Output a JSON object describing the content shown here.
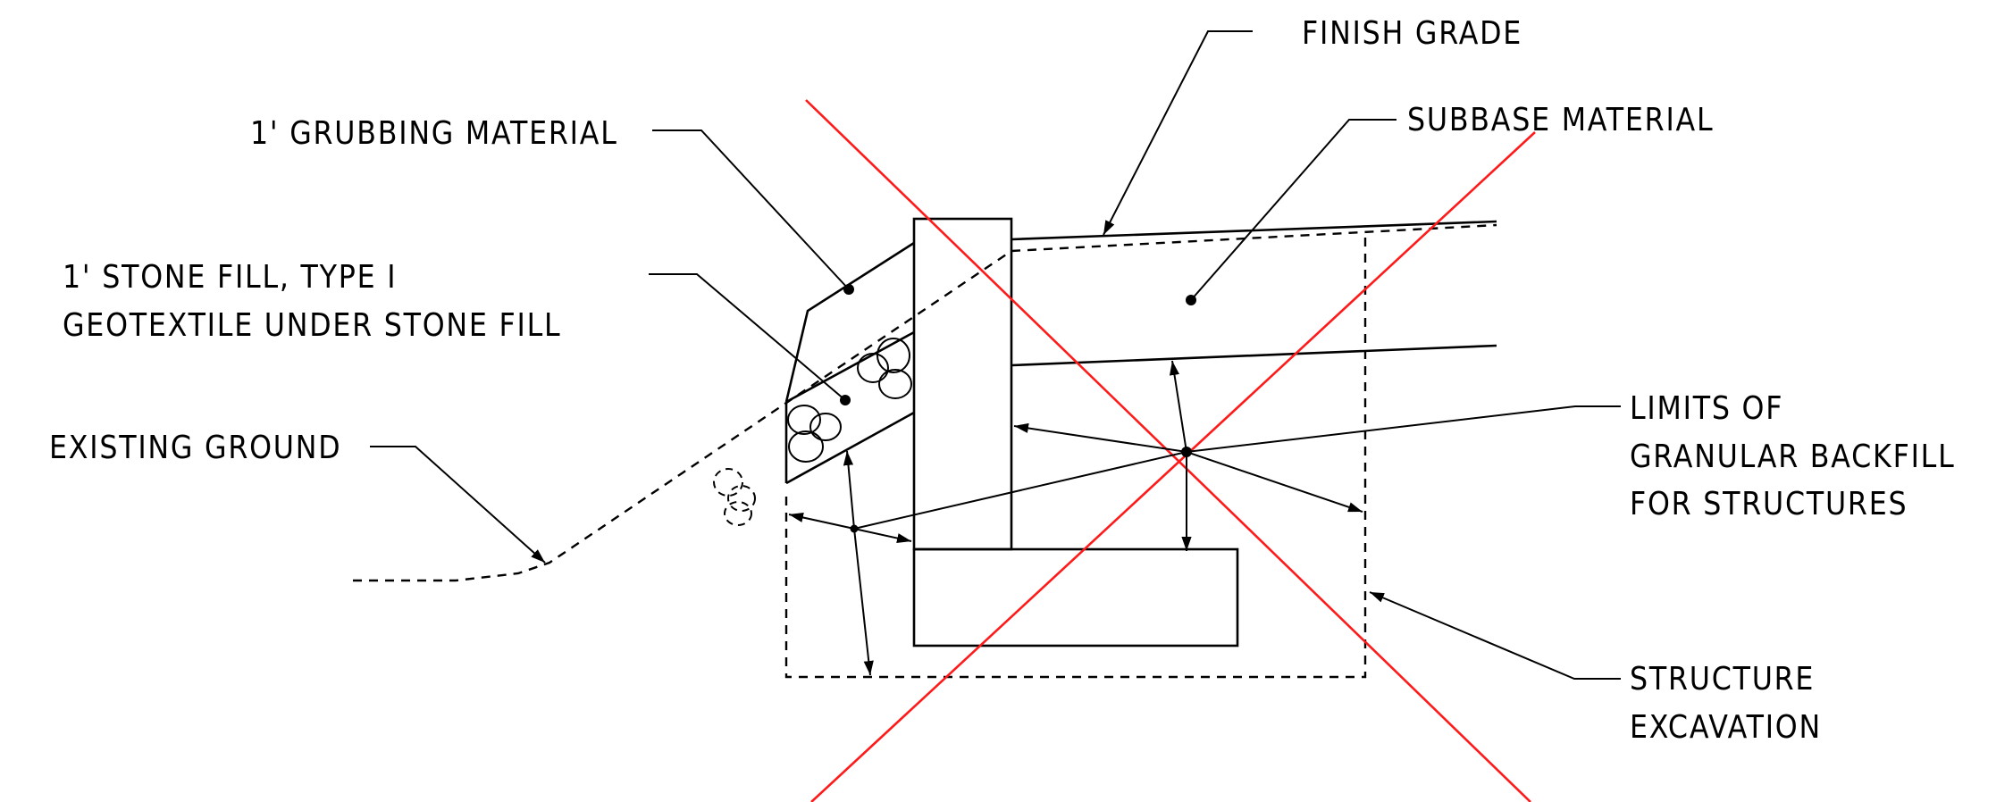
{
  "labels": {
    "finish_grade": "FINISH GRADE",
    "subbase_material": "SUBBASE MATERIAL",
    "grubbing_material": "1' GRUBBING MATERIAL",
    "stone_fill": "1' STONE FILL, TYPE I",
    "geotextile": "GEOTEXTILE UNDER STONE FILL",
    "existing_ground": "EXISTING GROUND",
    "limits_line1": "LIMITS OF",
    "limits_line2": "GRANULAR BACKFILL",
    "limits_line3": "FOR STRUCTURES",
    "structure_line1": "STRUCTURE",
    "structure_line2": "EXCAVATION"
  },
  "colors": {
    "linework": "#000000",
    "void_cross": "#ff1a1a",
    "background": "#ffffff"
  }
}
